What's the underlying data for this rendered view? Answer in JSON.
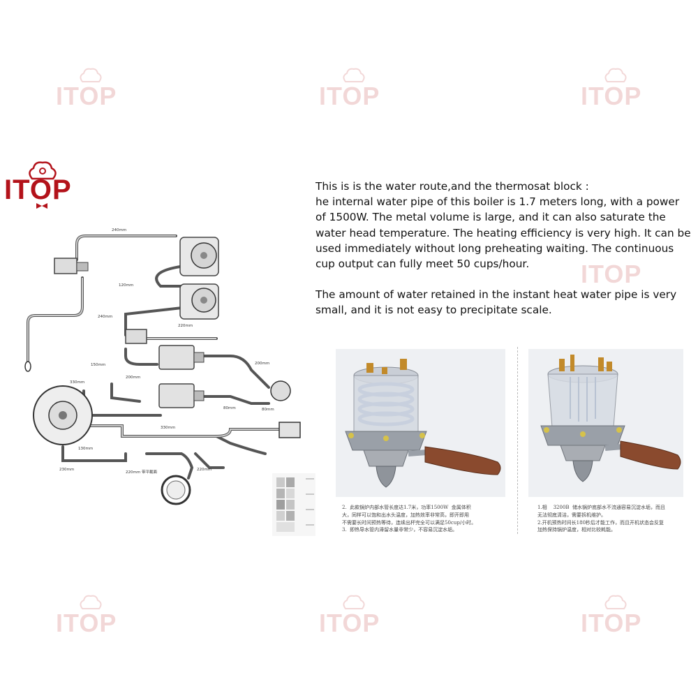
{
  "brand": {
    "name": "ITOP",
    "color": "#b3121a"
  },
  "description": {
    "line1": "This is is the water route,and the thermosat block :",
    "paragraph1": "he internal water pipe of this boiler is 1.7 meters long, with a power of 1500W. The metal volume is large, and it can also saturate the water head temperature. The heating efficiency is very high. It can be used immediately without long preheating waiting. The continuous cup output can fully meet 50 cups/hour.",
    "paragraph2": "The amount of water retained in the instant heat water pipe is very small, and it is not easy to precipitate scale."
  },
  "diagram_labels": {
    "l240a": "240mm",
    "l120": "120mm",
    "l240b": "240mm",
    "l220a": "220mm",
    "l150": "150mm",
    "l200a": "200mm",
    "l330a": "330mm",
    "l200b": "200mm",
    "l80a": "80mm",
    "l80b": "80mm",
    "l330b": "330mm",
    "l130": "130mm",
    "l220b": "220mm",
    "l230": "230mm",
    "l220c": "220mm 带平截面"
  },
  "captions": {
    "left": "2.  此款锅炉内部水管长度达1.7米，功率1500W  金属体积\n大，同样可以饱和出水头温度，加热效率非常高，即开即用\n不需要长时间预热等待，连续出杯完全可以满足50cup/小时。\n3.  即热导水管内滞留水量非常少，不容易沉淀水垢。",
    "right": "1.相    3200B  储水锅炉底部水不流通容易沉淀水垢，而且\n无法彻底清洁，需要拆机维护。\n2.开机预热时间长180秒后才能工作，而且开机状态会反复\n加热保持锅炉温度，相对比较耗能。"
  }
}
